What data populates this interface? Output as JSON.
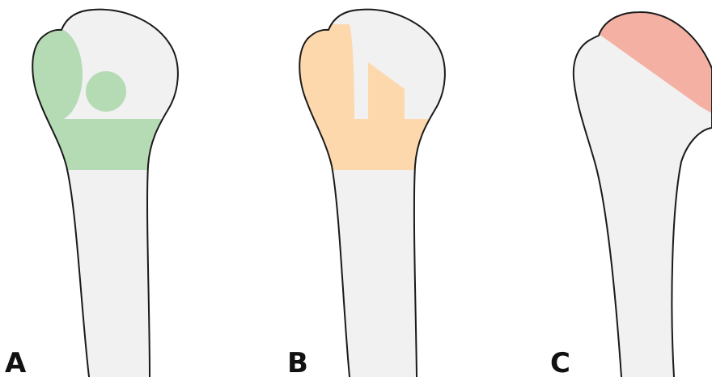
{
  "panels": [
    {
      "label": "A",
      "fill": "#b5dbb5"
    },
    {
      "label": "B",
      "fill": "#fdd8ad"
    },
    {
      "label": "C",
      "fill": "#f4b0a2"
    }
  ],
  "colors": {
    "bone": "#f1f1f1",
    "outline": "#1a1a1a",
    "background": "#ffffff"
  }
}
